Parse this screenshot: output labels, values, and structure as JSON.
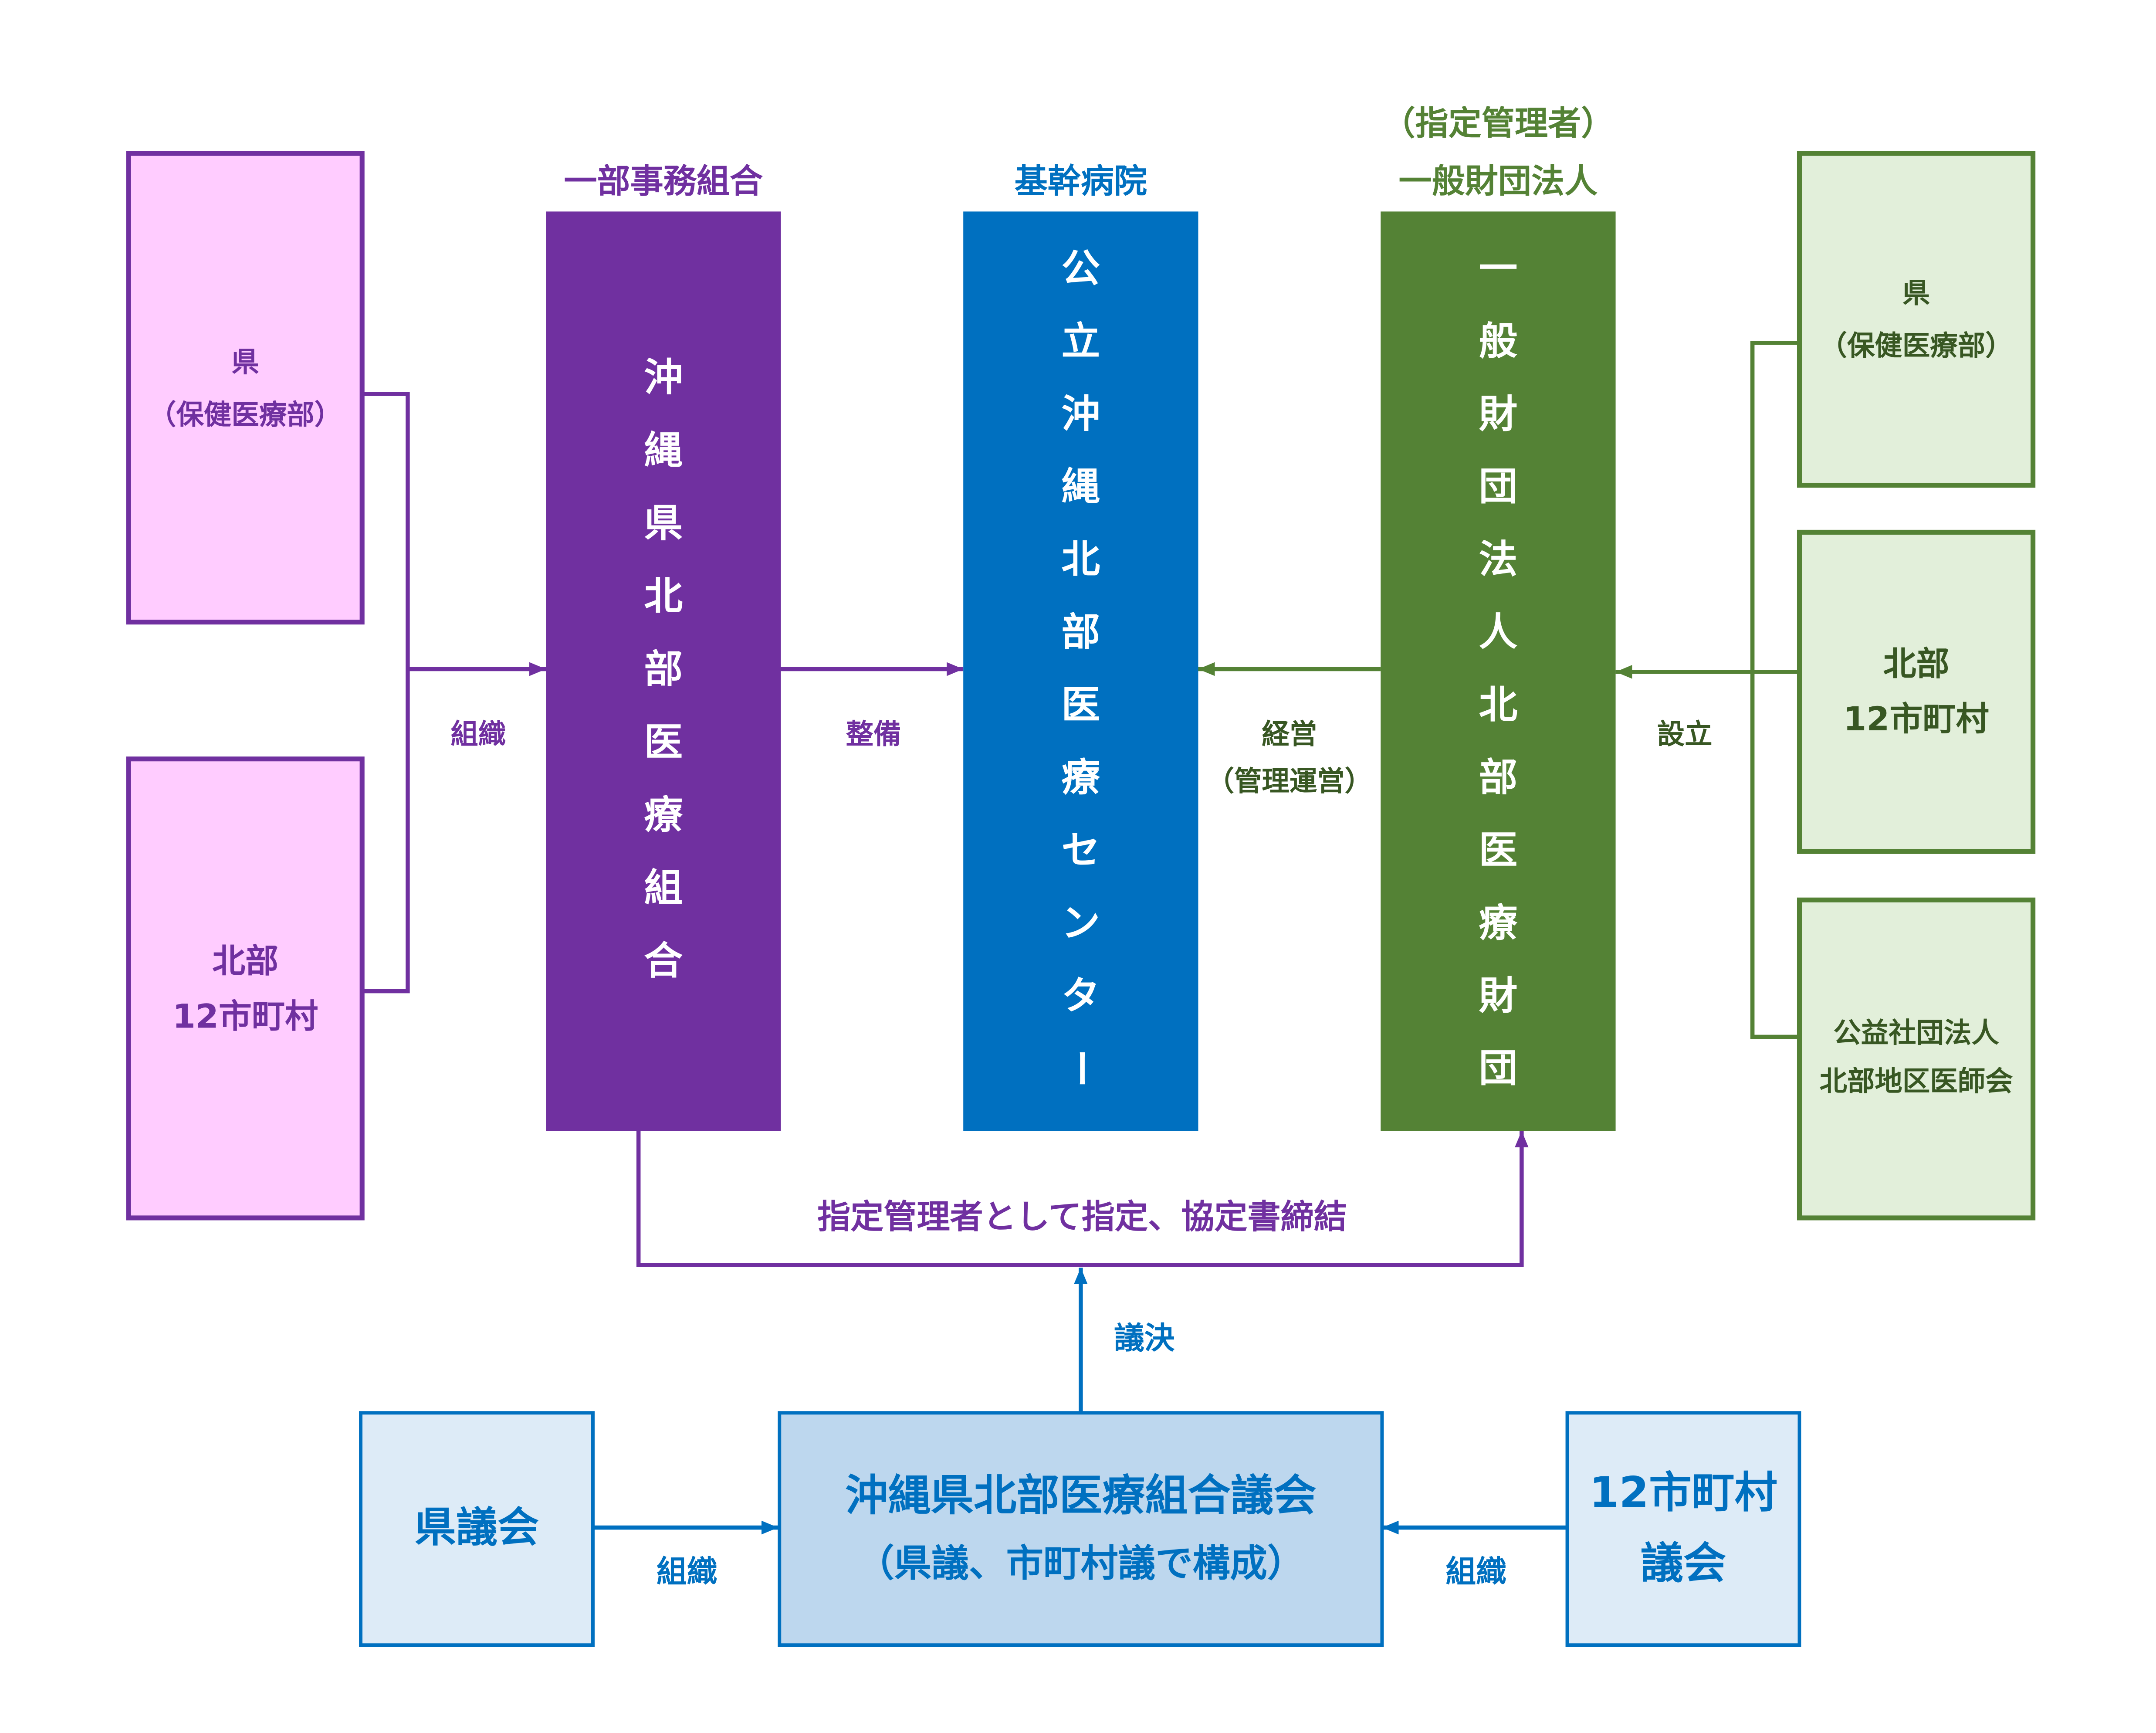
{
  "colors": {
    "purple": "#7030A0",
    "pink_fill": "#FFCCFF",
    "blue": "#0070C0",
    "light_blue_fill": "#DDEBF7",
    "mid_blue_fill": "#BDD7EE",
    "green": "#548235",
    "dark_green": "#385723",
    "light_green_fill": "#E2EFDA"
  },
  "left_group": {
    "prefecture": {
      "lines": [
        "県",
        "（保健医療部）"
      ]
    },
    "municipalities": {
      "lines": [
        "北部",
        "12市町村"
      ]
    },
    "arrow_label": "組織"
  },
  "union": {
    "caption": "一部事務組合",
    "name": "沖縄県北部医療組合"
  },
  "union_to_hospital": {
    "label": "整備"
  },
  "hospital": {
    "caption": "基幹病院",
    "name": "公立沖縄北部医療センター"
  },
  "foundation_to_hospital": {
    "lines": [
      "経営",
      "（管理運営）"
    ]
  },
  "foundation": {
    "caption_lines": [
      "（指定管理者）",
      "一般財団法人"
    ],
    "name": "一般財団法人北部医療財団"
  },
  "right_group": {
    "arrow_label": "設立",
    "prefecture": {
      "lines": [
        "県",
        "（保健医療部）"
      ]
    },
    "municipalities": {
      "lines": [
        "北部",
        "12市町村"
      ]
    },
    "medical_association": {
      "lines": [
        "公益社団法人",
        "北部地区医師会"
      ]
    }
  },
  "designation": {
    "label": "指定管理者として指定、協定書締結"
  },
  "resolution": {
    "label": "議決"
  },
  "council": {
    "lines": [
      "沖縄県北部医療組合議会",
      "（県議、市町村議で構成）"
    ]
  },
  "prefectural_assembly": {
    "label": "県議会",
    "arrow_label": "組織"
  },
  "municipal_assembly": {
    "lines": [
      "12市町村",
      "議会"
    ],
    "arrow_label": "組織"
  }
}
